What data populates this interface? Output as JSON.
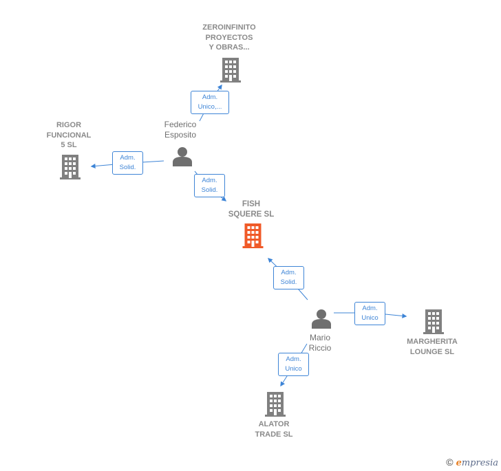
{
  "colors": {
    "company": "#808080",
    "main_company": "#f05a28",
    "person": "#6f6f6f",
    "edge": "#3d84d6"
  },
  "nodes": {
    "zeroinfinito": {
      "label": "ZEROINFINITO\nPROYECTOS\nY OBRAS...",
      "icon": "building-icon"
    },
    "rigor": {
      "label": "RIGOR\nFUNCIONAL\n5 SL",
      "icon": "building-icon"
    },
    "fish": {
      "label": "FISH\nSQUERE SL",
      "icon": "building-icon"
    },
    "margherita": {
      "label": "MARGHERITA\nLOUNGE SL",
      "icon": "building-icon"
    },
    "alator": {
      "label": "ALATOR\nTRADE SL",
      "icon": "building-icon"
    },
    "federico": {
      "label": "Federico\nEsposito",
      "icon": "person-icon"
    },
    "mario": {
      "label": "Mario\nRiccio",
      "icon": "person-icon"
    }
  },
  "edges": {
    "federico_zeroinfinito": "Adm.\nUnico,...",
    "federico_rigor": "Adm.\nSolid.",
    "federico_fish": "Adm.\nSolid.",
    "mario_fish": "Adm.\nSolid.",
    "mario_margherita": "Adm.\nUnico",
    "mario_alator": "Adm.\nUnico"
  },
  "footer": {
    "copyright": "©",
    "brand_e": "e",
    "brand_rest": "mpresia"
  }
}
